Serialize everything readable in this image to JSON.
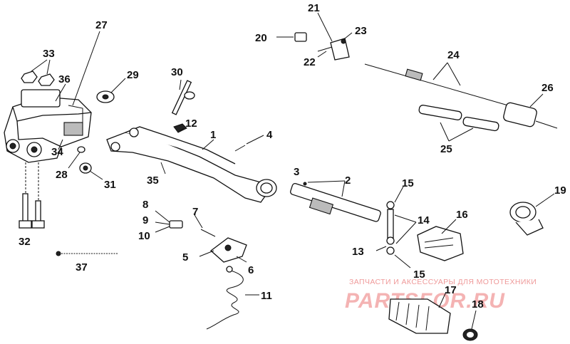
{
  "labels": [
    {
      "id": "1",
      "text": "1"
    },
    {
      "id": "2",
      "text": "2"
    },
    {
      "id": "3",
      "text": "3"
    },
    {
      "id": "4",
      "text": "4"
    },
    {
      "id": "5",
      "text": "5"
    },
    {
      "id": "6",
      "text": "6"
    },
    {
      "id": "7",
      "text": "7"
    },
    {
      "id": "8",
      "text": "8"
    },
    {
      "id": "9",
      "text": "9"
    },
    {
      "id": "10",
      "text": "10"
    },
    {
      "id": "11",
      "text": "11"
    },
    {
      "id": "12",
      "text": "12"
    },
    {
      "id": "13",
      "text": "13"
    },
    {
      "id": "14",
      "text": "14"
    },
    {
      "id": "15a",
      "text": "15"
    },
    {
      "id": "15b",
      "text": "15"
    },
    {
      "id": "16",
      "text": "16"
    },
    {
      "id": "17",
      "text": "17"
    },
    {
      "id": "18",
      "text": "18"
    },
    {
      "id": "19",
      "text": "19"
    },
    {
      "id": "20",
      "text": "20"
    },
    {
      "id": "21",
      "text": "21"
    },
    {
      "id": "22",
      "text": "22"
    },
    {
      "id": "23",
      "text": "23"
    },
    {
      "id": "24",
      "text": "24"
    },
    {
      "id": "25",
      "text": "25"
    },
    {
      "id": "26",
      "text": "26"
    },
    {
      "id": "27",
      "text": "27"
    },
    {
      "id": "28",
      "text": "28"
    },
    {
      "id": "29",
      "text": "29"
    },
    {
      "id": "30",
      "text": "30"
    },
    {
      "id": "31",
      "text": "31"
    },
    {
      "id": "32",
      "text": "32"
    },
    {
      "id": "33",
      "text": "33"
    },
    {
      "id": "34",
      "text": "34"
    },
    {
      "id": "35",
      "text": "35"
    },
    {
      "id": "36",
      "text": "36"
    },
    {
      "id": "37",
      "text": "37"
    }
  ],
  "watermark": {
    "tagline": "ЗАПЧАСТИ И АКСЕССУАРЫ ДЛЯ МОТОТЕХНИКИ",
    "brand": "PARTSFOR.RU"
  }
}
